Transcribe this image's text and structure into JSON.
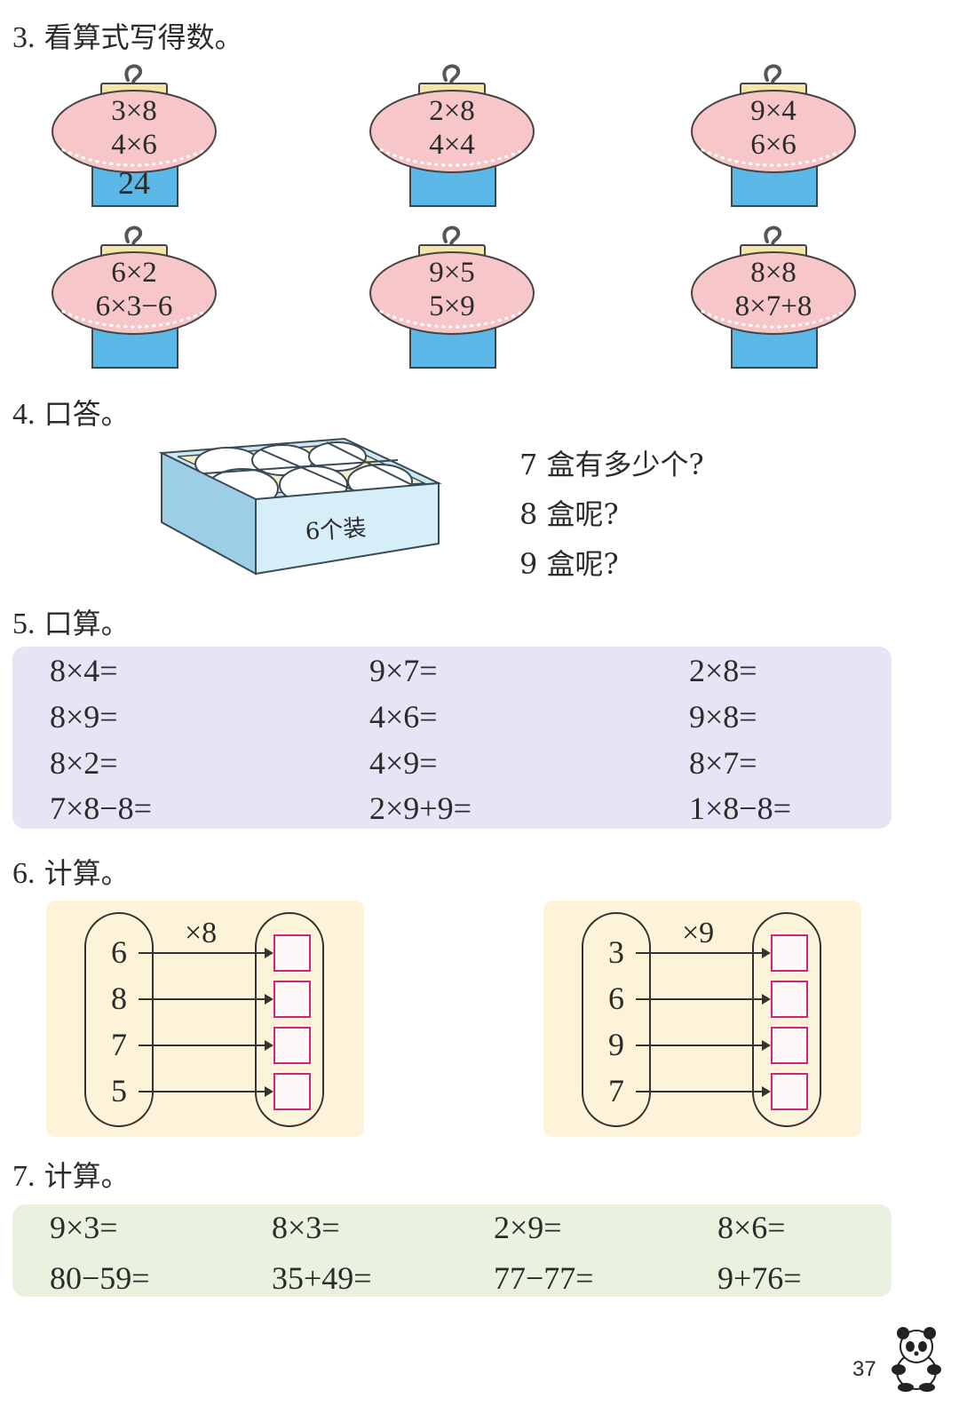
{
  "q3": {
    "heading_num": "3.",
    "heading_text": "看算式写得数。",
    "lanterns": [
      {
        "expr1": "3×8",
        "expr2": "4×6",
        "answer": "24"
      },
      {
        "expr1": "2×8",
        "expr2": "4×4",
        "answer": ""
      },
      {
        "expr1": "9×4",
        "expr2": "6×6",
        "answer": ""
      },
      {
        "expr1": "6×2",
        "expr2": "6×3−6",
        "answer": ""
      },
      {
        "expr1": "9×5",
        "expr2": "5×9",
        "answer": ""
      },
      {
        "expr1": "8×8",
        "expr2": "8×7+8",
        "answer": ""
      }
    ],
    "colors": {
      "lantern_body": "#f6c6c9",
      "lantern_base": "#5bb8e6",
      "lantern_cap": "#f3e6a6"
    }
  },
  "q4": {
    "heading_num": "4.",
    "heading_text": "口答。",
    "box_label": "6个装",
    "questions": [
      "7 盒有多少个?",
      "8 盒呢?",
      "9 盒呢?"
    ]
  },
  "q5": {
    "heading_num": "5.",
    "heading_text": "口算。",
    "columns": [
      [
        "8×4=",
        "8×9=",
        "8×2=",
        "7×8−8="
      ],
      [
        "9×7=",
        "4×6=",
        "4×9=",
        "2×9+9="
      ],
      [
        "2×8=",
        "9×8=",
        "8×7=",
        "1×8−8="
      ]
    ],
    "panel_color": "#e7e5f5"
  },
  "q6": {
    "heading_num": "6.",
    "heading_text": "计算。",
    "chains": [
      {
        "operator": "×8",
        "inputs": [
          "6",
          "8",
          "7",
          "5"
        ]
      },
      {
        "operator": "×9",
        "inputs": [
          "3",
          "6",
          "9",
          "7"
        ]
      }
    ],
    "panel_color": "#fdf3d8",
    "box_color": "#d2237b"
  },
  "q7": {
    "heading_num": "7.",
    "heading_text": "计算。",
    "rows": [
      [
        "9×3=",
        "8×3=",
        "2×9=",
        "8×6="
      ],
      [
        "80−59=",
        "35+49=",
        "77−77=",
        "9+76="
      ]
    ],
    "panel_color": "#e8f2df"
  },
  "page_number": "37"
}
